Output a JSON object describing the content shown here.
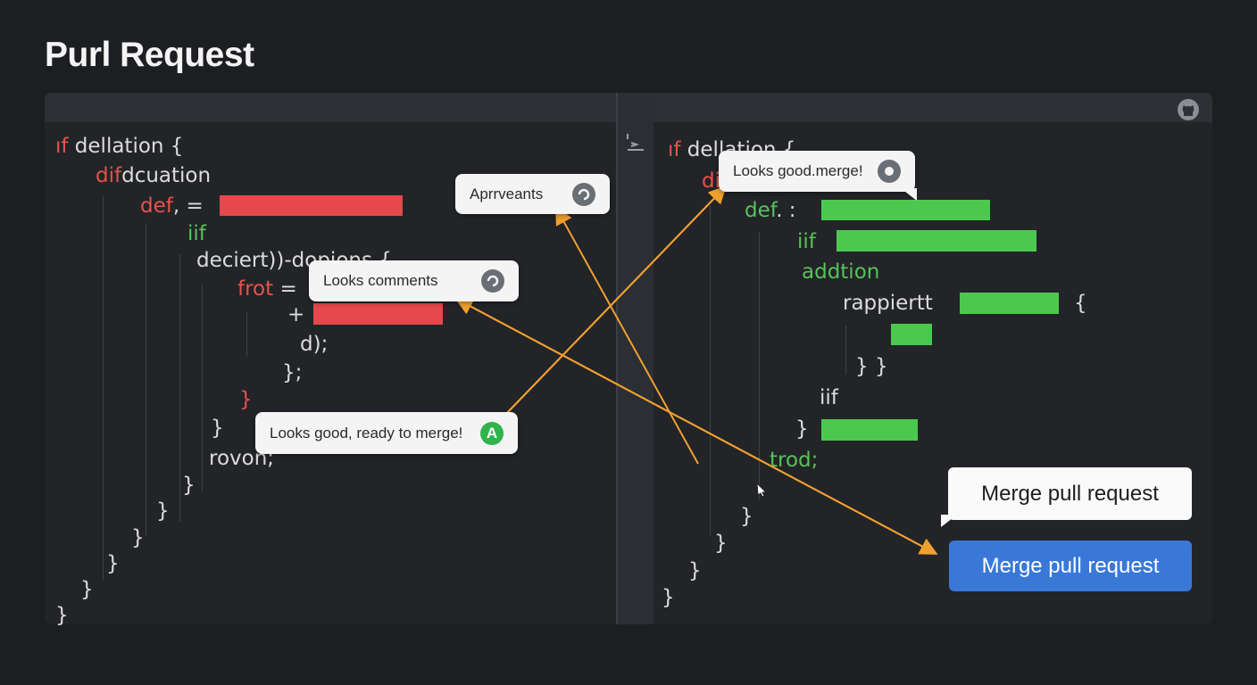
{
  "page": {
    "title": "Purl Request"
  },
  "colors": {
    "background": "#1c1e22",
    "removed": "#e5484d",
    "added": "#4bc84e",
    "arrow": "#f0a030",
    "merge_button": "#3a78d8"
  },
  "icons": {
    "header": "github-icon",
    "collapse": "collapse-icon",
    "cursor": "cursor-icon"
  },
  "left_code": {
    "l1_kw": "ıf",
    "l1_rest": " dellation {",
    "l2_kw": "dif",
    "l2_rest": "dcuation",
    "l3_kw": "def",
    "l3_rest": ", =",
    "l4_kw": "iif",
    "l5": "deciert))-dopions {",
    "l6_kw": "frot",
    "l6_rest": " =",
    "l7": "+",
    "l8": "d);",
    "l9": "};",
    "l10": "}",
    "l11": "}",
    "l12": "rovon;",
    "l13": "}",
    "l14": "}",
    "l15": "}",
    "l16": "}",
    "l17": "}",
    "l18": "}"
  },
  "right_code": {
    "r1_kw": "ıf",
    "r1_rest": " dellation {",
    "r2_kw": "di",
    "r3_kw": "def",
    "r3_rest": ". :",
    "r4_kw": "iif",
    "r5": "addtion",
    "r6": "rappiertt",
    "r6_tail": "{",
    "r7": "} }",
    "r8": "iif",
    "r9": "}",
    "r10": "trod;",
    "r11": "}",
    "r12": "}",
    "r13": "}",
    "r14": "}"
  },
  "comments": {
    "approvals": "Aprrveants",
    "looks_comments": "Looks comments",
    "looks_good_merge": "Looks good, ready to merge!",
    "looks_good_merge_badge": "A",
    "looks_good_right": "Looks good.merge!"
  },
  "merge": {
    "tooltip": "Merge pull request",
    "button": "Merge pull request"
  }
}
